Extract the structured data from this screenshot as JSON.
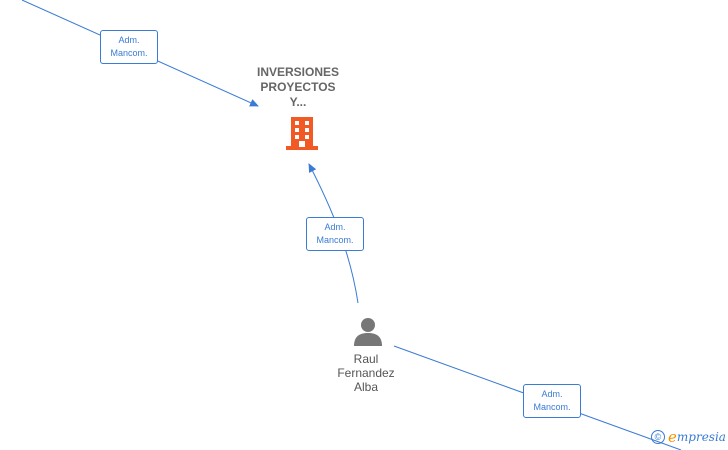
{
  "company": {
    "name_lines": [
      "INVERSIONES",
      "PROYECTOS",
      "Y..."
    ],
    "icon": "building-icon",
    "color": "#f15a24"
  },
  "person": {
    "name_lines": [
      "Raul",
      "Fernandez",
      "Alba"
    ],
    "icon": "person-icon",
    "color": "#777777"
  },
  "edges": [
    {
      "label_lines": [
        "Adm.",
        "Mancom."
      ]
    },
    {
      "label_lines": [
        "Adm.",
        "Mancom."
      ]
    },
    {
      "label_lines": [
        "Adm.",
        "Mancom."
      ]
    }
  ],
  "edge_color": "#3a7bd5",
  "watermark": {
    "symbol": "©",
    "brand_initial": "e",
    "brand_rest": "mpresia"
  }
}
